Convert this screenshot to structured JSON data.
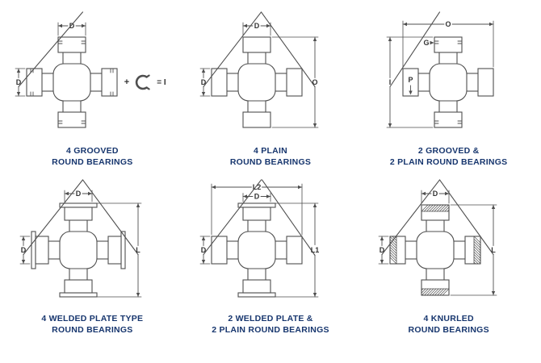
{
  "colors": {
    "title_text": "#17366e",
    "drawing_line": "#4f4f4f",
    "dimension_text": "#333333"
  },
  "diagrams": [
    {
      "key": "grooved-4",
      "title1": "4 GROOVED",
      "title2": "ROUND BEARINGS",
      "style": "grooved",
      "dims": {
        "top": "D",
        "left": "D"
      },
      "legend": {
        "plus": "+",
        "equals": "= I"
      }
    },
    {
      "key": "plain-4",
      "title1": "4 PLAIN",
      "title2": "ROUND BEARINGS",
      "style": "plain",
      "dims": {
        "top": "D",
        "left": "D",
        "right_full": "O"
      }
    },
    {
      "key": "grooved-2-plain-2",
      "title1": "2 GROOVED &",
      "title2": "2 PLAIN ROUND BEARINGS",
      "style": "mixed-grooved",
      "dims": {
        "top_full": "O",
        "left_full": "I",
        "groove": "G",
        "cup_depth": "P"
      }
    },
    {
      "key": "welded-plate-4",
      "title1": "4 WELDED PLATE TYPE",
      "title2": "ROUND BEARINGS",
      "style": "plate",
      "dims": {
        "top": "D",
        "left": "D",
        "right_full": "L"
      }
    },
    {
      "key": "welded-plate-2-plain-2",
      "title1": "2 WELDED PLATE &",
      "title2": "2 PLAIN ROUND BEARINGS",
      "style": "mixed-plate",
      "dims": {
        "top_full": "L2",
        "top": "D",
        "left": "D",
        "right_full": "L1"
      }
    },
    {
      "key": "knurled-4",
      "title1": "4 KNURLED",
      "title2": "ROUND BEARINGS",
      "style": "knurled",
      "dims": {
        "top": "D",
        "left": "D",
        "right_full": "L"
      }
    }
  ]
}
